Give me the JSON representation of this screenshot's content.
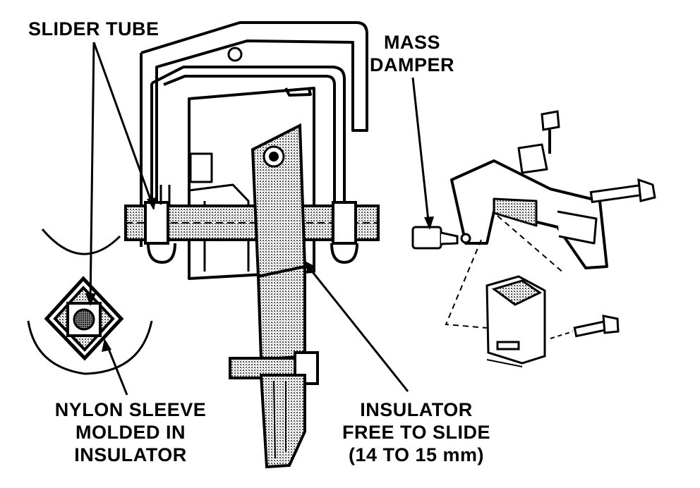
{
  "labels": {
    "slider_tube": "SLIDER TUBE",
    "mass_damper": [
      "MASS",
      "DAMPER"
    ],
    "nylon_sleeve": [
      "NYLON SLEEVE",
      "MOLDED IN",
      "INSULATOR"
    ],
    "insulator": [
      "INSULATOR",
      "FREE TO SLIDE",
      "(14 TO 15 mm)"
    ]
  },
  "colors": {
    "ink": "#000000",
    "paper": "#ffffff",
    "shade": "#9a9a9a"
  }
}
